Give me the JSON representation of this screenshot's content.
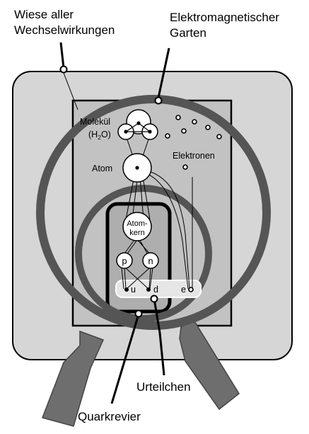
{
  "labels": {
    "meadow_line1": "Wiese aller",
    "meadow_line2": "Wechselwirkungen",
    "garden_line1": "Elektromagnetischer",
    "garden_line2": "Garten",
    "molecule_line1": "Molekül",
    "molecule_h2o_prefix": "(H",
    "molecule_h2o_sub": "2",
    "molecule_h2o_suffix": "O)",
    "atom": "Atom",
    "electrons": "Elektronen",
    "nucleus_line1": "Atom-",
    "nucleus_line2": "kern",
    "proton": "p",
    "neutron": "n",
    "up_quark": "u",
    "down_quark": "d",
    "electron": "e",
    "elementary_particles": "Urteilchen",
    "quark_district": "Quarkrevier"
  },
  "colors": {
    "meadow_fill": "#d6d6d6",
    "garden_fill": "#c2c2c2",
    "quark_fill": "#aeaeae",
    "magnifier_ring": "#555555",
    "handle": "#6e6e6e",
    "particle_row_fill": "#e6e6e6"
  }
}
